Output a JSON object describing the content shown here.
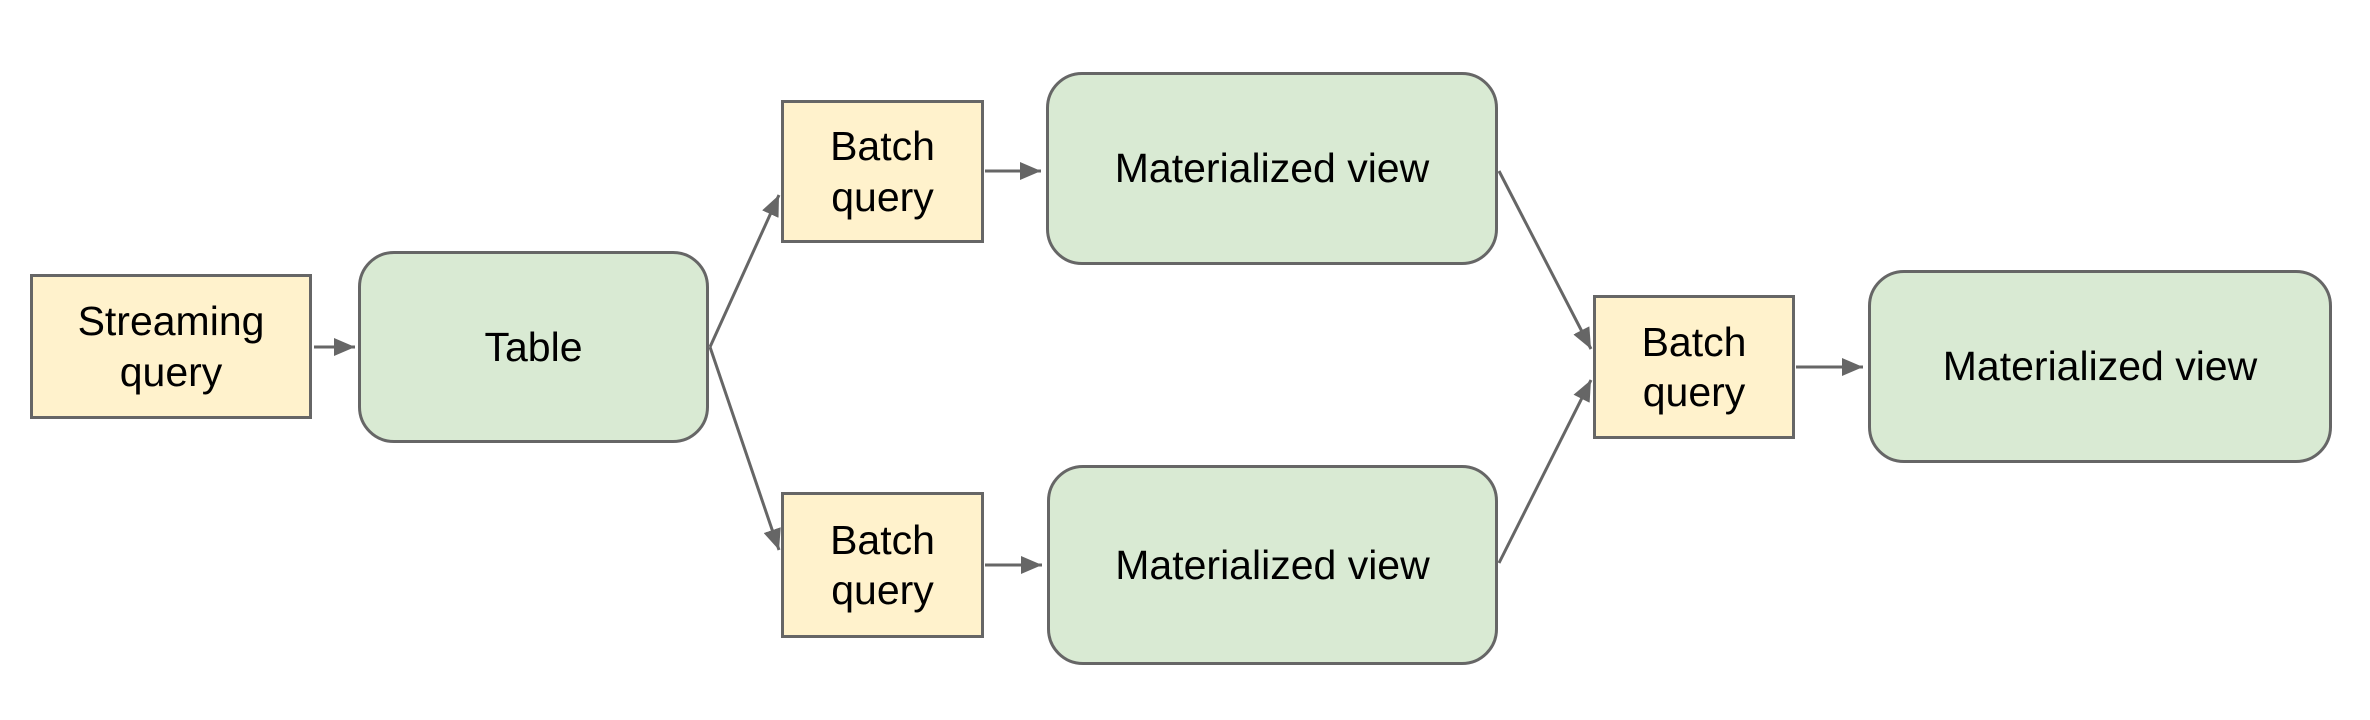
{
  "diagram": {
    "nodes": [
      {
        "id": "streaming-query",
        "label": "Streaming query",
        "shape": "rectangle",
        "fill": "#fff2cc"
      },
      {
        "id": "table",
        "label": "Table",
        "shape": "rounded-rectangle",
        "fill": "#d9ead3"
      },
      {
        "id": "batch-query-top",
        "label": "Batch query",
        "shape": "rectangle",
        "fill": "#fff2cc"
      },
      {
        "id": "materialized-view-top",
        "label": "Materialized view",
        "shape": "rounded-rectangle",
        "fill": "#d9ead3"
      },
      {
        "id": "batch-query-bottom",
        "label": "Batch query",
        "shape": "rectangle",
        "fill": "#fff2cc"
      },
      {
        "id": "materialized-view-bottom",
        "label": "Materialized view",
        "shape": "rounded-rectangle",
        "fill": "#d9ead3"
      },
      {
        "id": "batch-query-merge",
        "label": "Batch query",
        "shape": "rectangle",
        "fill": "#fff2cc"
      },
      {
        "id": "materialized-view-final",
        "label": "Materialized view",
        "shape": "rounded-rectangle",
        "fill": "#d9ead3"
      }
    ],
    "edges": [
      {
        "from": "streaming-query",
        "to": "table"
      },
      {
        "from": "table",
        "to": "batch-query-top"
      },
      {
        "from": "table",
        "to": "batch-query-bottom"
      },
      {
        "from": "batch-query-top",
        "to": "materialized-view-top"
      },
      {
        "from": "batch-query-bottom",
        "to": "materialized-view-bottom"
      },
      {
        "from": "materialized-view-top",
        "to": "batch-query-merge"
      },
      {
        "from": "materialized-view-bottom",
        "to": "batch-query-merge"
      },
      {
        "from": "batch-query-merge",
        "to": "materialized-view-final"
      }
    ],
    "colors": {
      "background": "#ffffff",
      "query_fill": "#fff2cc",
      "store_fill": "#d9ead3",
      "border": "#666666",
      "edge": "#666666",
      "text": "#000000"
    }
  }
}
